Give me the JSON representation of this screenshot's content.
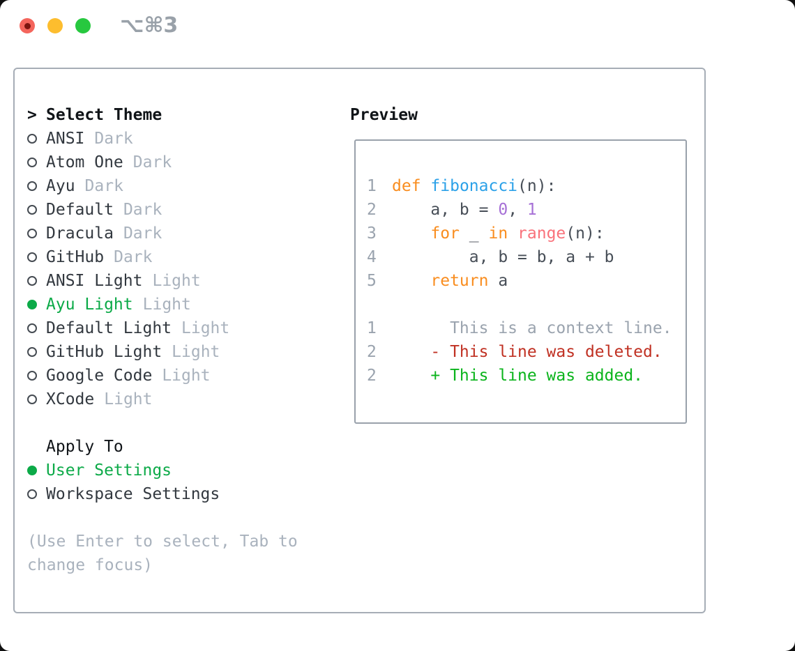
{
  "window": {
    "shortcut_label": "⌥⌘3"
  },
  "colors": {
    "traffic_red": "#f4655c",
    "traffic_red_dot": "#7c150f",
    "traffic_yellow": "#fdbd2e",
    "traffic_green": "#27c83f",
    "titlebar_gray": "#99a1a9",
    "selection_green": "#0caa48",
    "text_dark": "#32383f",
    "heading_black": "#101418",
    "muted_gray": "#a9b2bd",
    "lineno_gray": "#9aa3ae",
    "bullet_gray": "#454b52",
    "keyword": "#f98d1f",
    "function": "#2ba1e8",
    "builtin": "#f9727b",
    "number": "#a670d6",
    "plain": "#474e57",
    "diff_context": "#9aa3ae",
    "diff_deleted": "#c03123",
    "diff_added": "#0bb41c"
  },
  "theme_picker": {
    "header_prefix": ">",
    "header": "Select Theme",
    "items": [
      {
        "label": "ANSI",
        "variant": "Dark",
        "selected": false
      },
      {
        "label": "Atom One",
        "variant": "Dark",
        "selected": false
      },
      {
        "label": "Ayu",
        "variant": "Dark",
        "selected": false
      },
      {
        "label": "Default",
        "variant": "Dark",
        "selected": false
      },
      {
        "label": "Dracula",
        "variant": "Dark",
        "selected": false
      },
      {
        "label": "GitHub",
        "variant": "Dark",
        "selected": false
      },
      {
        "label": "ANSI Light",
        "variant": "Light",
        "selected": false
      },
      {
        "label": "Ayu Light",
        "variant": "Light",
        "selected": true
      },
      {
        "label": "Default Light",
        "variant": "Light",
        "selected": false
      },
      {
        "label": "GitHub Light",
        "variant": "Light",
        "selected": false
      },
      {
        "label": "Google Code",
        "variant": "Light",
        "selected": false
      },
      {
        "label": "XCode",
        "variant": "Light",
        "selected": false
      }
    ]
  },
  "apply_to": {
    "header": "Apply To",
    "options": [
      {
        "label": "User Settings",
        "selected": true
      },
      {
        "label": "Workspace Settings",
        "selected": false
      }
    ]
  },
  "hint_lines": [
    "(Use Enter to select, Tab to",
    "change focus)"
  ],
  "preview": {
    "title": "Preview",
    "code_lines": [
      {
        "number": "1",
        "tokens": [
          {
            "t": "def",
            "c": "keyword"
          },
          {
            "t": " ",
            "c": "plain"
          },
          {
            "t": "fibonacci",
            "c": "function"
          },
          {
            "t": "(n):",
            "c": "plain"
          }
        ]
      },
      {
        "number": "2",
        "tokens": [
          {
            "t": "    a, b = ",
            "c": "plain"
          },
          {
            "t": "0",
            "c": "number"
          },
          {
            "t": ", ",
            "c": "plain"
          },
          {
            "t": "1",
            "c": "number"
          }
        ]
      },
      {
        "number": "3",
        "tokens": [
          {
            "t": "    ",
            "c": "plain"
          },
          {
            "t": "for",
            "c": "keyword"
          },
          {
            "t": " _ ",
            "c": "plain"
          },
          {
            "t": "in",
            "c": "keyword"
          },
          {
            "t": " ",
            "c": "plain"
          },
          {
            "t": "range",
            "c": "builtin"
          },
          {
            "t": "(n):",
            "c": "plain"
          }
        ]
      },
      {
        "number": "4",
        "tokens": [
          {
            "t": "        a, b = b, a + b",
            "c": "plain"
          }
        ]
      },
      {
        "number": "5",
        "tokens": [
          {
            "t": "    ",
            "c": "plain"
          },
          {
            "t": "return",
            "c": "keyword"
          },
          {
            "t": " a",
            "c": "plain"
          }
        ]
      }
    ],
    "diff_lines": [
      {
        "number": "1",
        "text": "      This is a context line.",
        "type": "context"
      },
      {
        "number": "2",
        "text": "    - This line was deleted.",
        "type": "deleted"
      },
      {
        "number": "2",
        "text": "    + This line was added.",
        "type": "added"
      }
    ]
  }
}
